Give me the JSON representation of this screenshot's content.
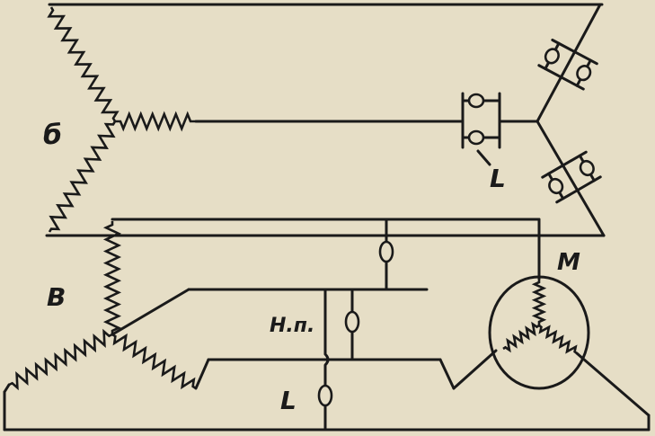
{
  "diagram": {
    "labels": {
      "top_generator": "б",
      "top_fuse": "L",
      "bottom_generator": "В",
      "neutral_point": "Н.п.",
      "bottom_fuse": "L",
      "motor": "М"
    },
    "colors": {
      "ink": "#1a1a1a",
      "paper": "#e6dec6"
    }
  }
}
